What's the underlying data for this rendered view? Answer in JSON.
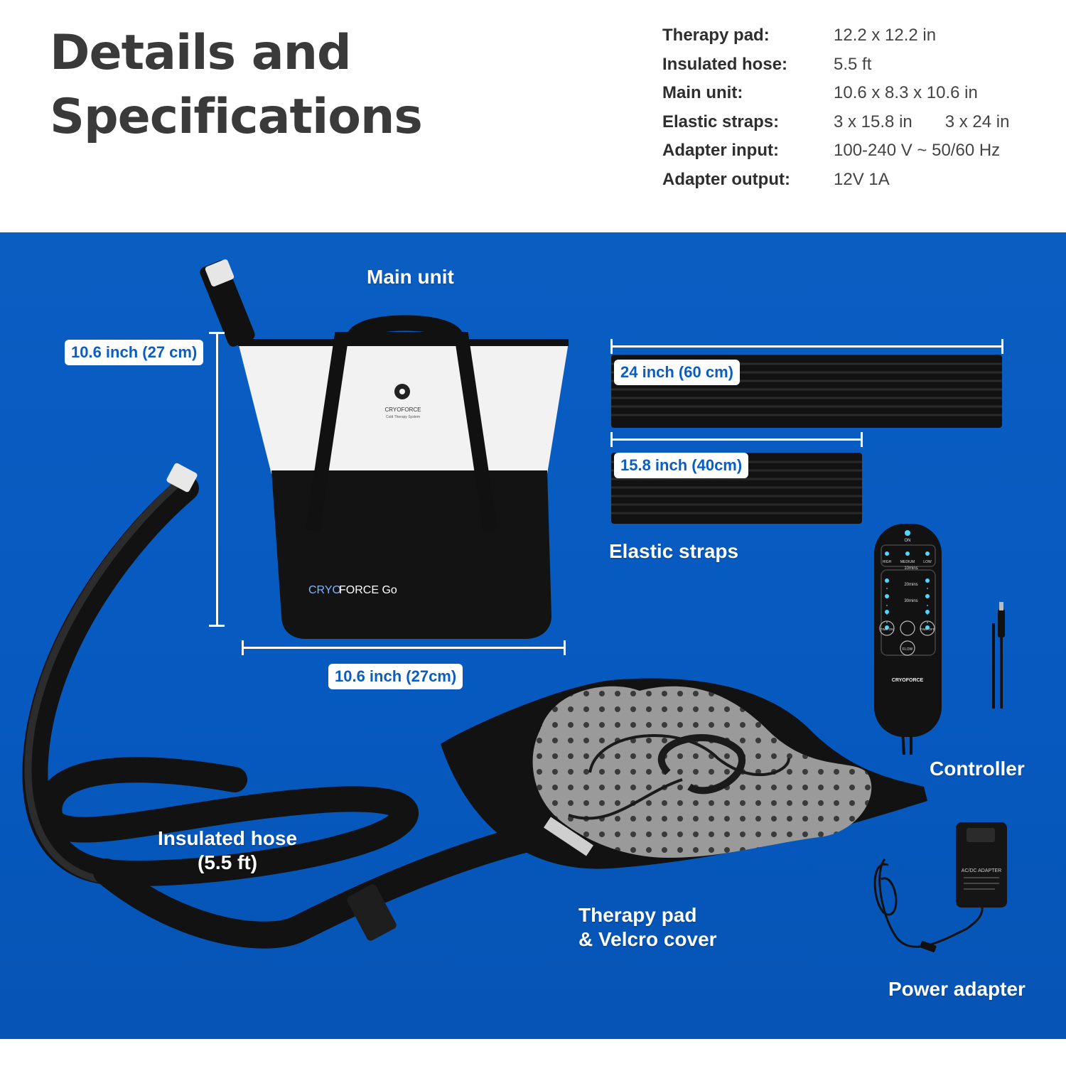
{
  "heading": {
    "line1": "Details and",
    "line2": "Specifications"
  },
  "specs": [
    {
      "label": "Therapy pad:",
      "value": "12.2  x 12.2 in",
      "value2": ""
    },
    {
      "label": "Insulated hose:",
      "value": "5.5 ft",
      "value2": ""
    },
    {
      "label": "Main unit:",
      "value": "10.6 x 8.3 x 10.6 in",
      "value2": ""
    },
    {
      "label": "Elastic straps:",
      "value": "3 x 15.8 in",
      "value2": "3 x 24 in"
    },
    {
      "label": "Adapter input:",
      "value": "100-240 V ~ 50/60 Hz",
      "value2": ""
    },
    {
      "label": "Adapter output:",
      "value": "12V 1A",
      "value2": ""
    }
  ],
  "labels": {
    "main_unit": "Main unit",
    "elastic_straps": "Elastic straps",
    "controller": "Controller",
    "hose_line1": "Insulated hose",
    "hose_line2": "(5.5 ft)",
    "pad_line1": "Therapy pad",
    "pad_line2": "& Velcro cover",
    "power_adapter": "Power adapter"
  },
  "dimensions": {
    "unit_height": "10.6 inch (27 cm)",
    "unit_width": "10.6 inch (27cm)",
    "strap_long": "24 inch (60 cm)",
    "strap_short": "15.8 inch (40cm)"
  },
  "product_text": {
    "bag_brand": "CRYOFORCE",
    "bag_tagline": "Cold Therapy System",
    "bag_model_prefix": "CRYO",
    "bag_model_suffix": "FORCE Go",
    "controller_brand": "CRYOFORCE",
    "controller_on": "ON",
    "controller_high": "HIGH",
    "controller_medium": "MEDIUM",
    "controller_low": "LOW",
    "controller_10": "10mins",
    "controller_20": "20mins",
    "controller_30": "30mins",
    "controller_time_on": "TIME ON",
    "controller_time_off": "TIME OFF",
    "controller_flow": "FLOW",
    "adapter_title": "AC/DC ADAPTER"
  },
  "colors": {
    "panel_blue": "#0a5ec2",
    "heading_text": "#3a3a3a",
    "pill_text": "#0a5ec2"
  }
}
